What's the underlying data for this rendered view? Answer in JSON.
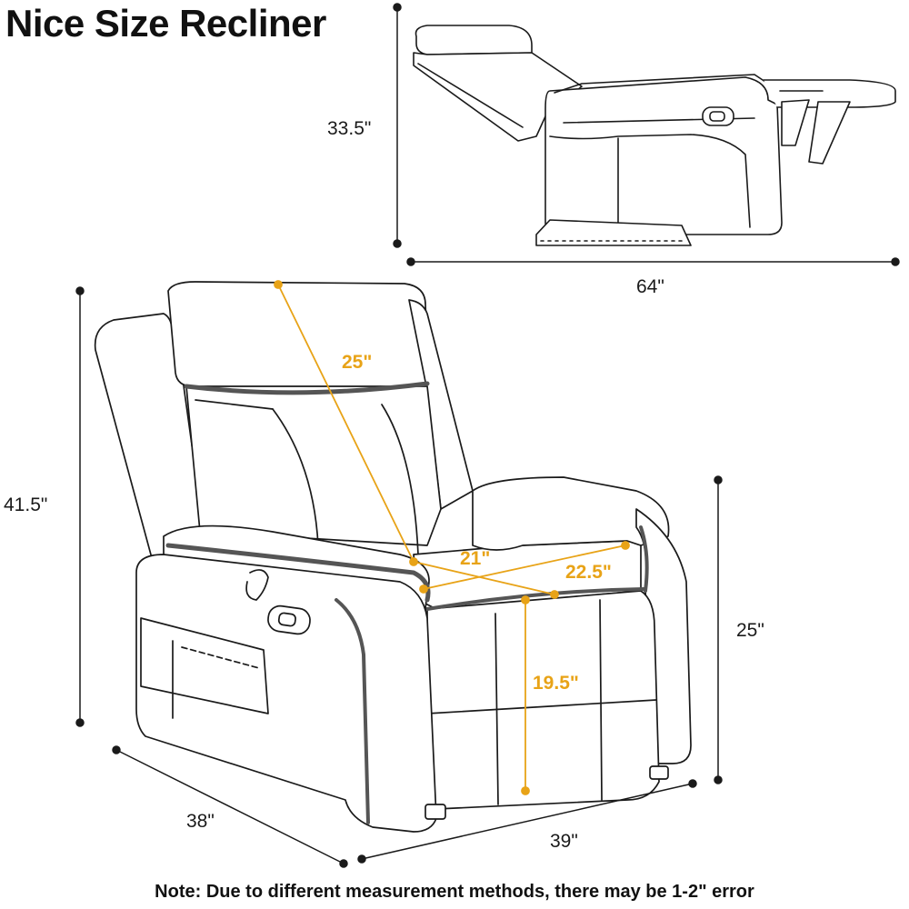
{
  "title": "Nice Size Recliner",
  "note": "Note: Due to different measurement methods, there may be 1-2\" error",
  "colors": {
    "line": "#1a1a1a",
    "accent": "#e8a317",
    "piping": "#555555"
  },
  "dimensions": {
    "reclined_height": "33.5\"",
    "reclined_length": "64\"",
    "total_height": "41.5\"",
    "depth": "38\"",
    "width": "39\"",
    "arm_height": "25\"",
    "backrest_height": "25\"",
    "seat_depth": "21\"",
    "seat_width": "22.5\"",
    "seat_height": "19.5\""
  }
}
